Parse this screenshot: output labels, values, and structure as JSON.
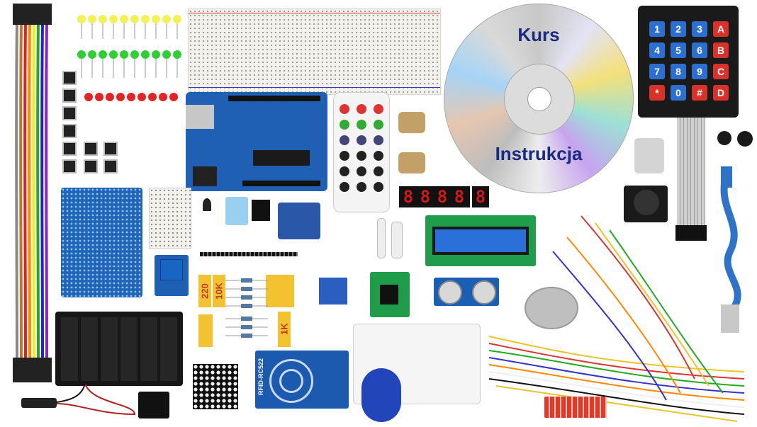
{
  "cd": {
    "line1": "Kurs",
    "line2": "Instrukcja"
  },
  "keypad": {
    "keys": [
      "1",
      "2",
      "3",
      "A",
      "4",
      "5",
      "6",
      "B",
      "7",
      "8",
      "9",
      "C",
      "*",
      "0",
      "#",
      "D"
    ]
  },
  "resistors": {
    "label_a": "220",
    "label_b": "10K",
    "label_c": "1K"
  },
  "segment_display": {
    "digits": [
      "8",
      "8",
      "8",
      "8"
    ],
    "single": "8"
  },
  "rfid": {
    "label": "RFID-RC522"
  },
  "colors": {
    "board_blue": "#1f5fb4",
    "cd_text": "#1a2a80",
    "keypad_red": "#d8322a",
    "keypad_blue": "#2d6fd0",
    "resistor_yellow": "#f2c230"
  }
}
